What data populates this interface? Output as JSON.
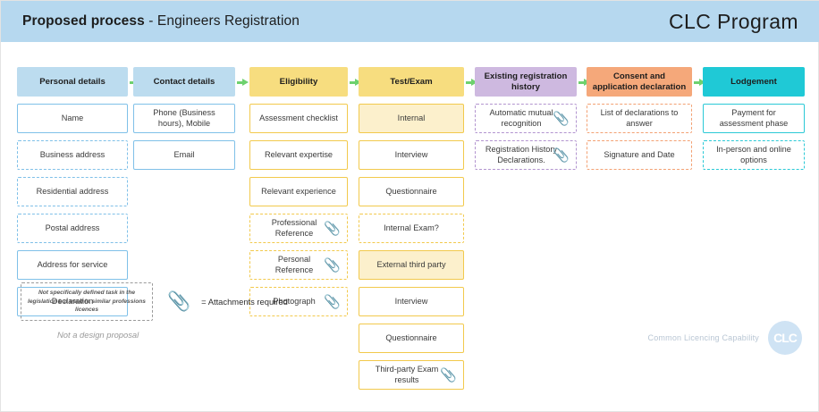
{
  "header": {
    "title_bold": "Proposed process",
    "title_rest": " - Engineers Registration",
    "brand": "CLC Program",
    "bg": "#b6d8ef"
  },
  "columns": [
    {
      "key": "personal-details",
      "header": "Personal details",
      "accent": "#bcdcef",
      "cells": [
        {
          "label": "Name",
          "dashed": false,
          "clip": false,
          "fill": false
        },
        {
          "label": "Business address",
          "dashed": true,
          "clip": false,
          "fill": false
        },
        {
          "label": "Residential address",
          "dashed": true,
          "clip": false,
          "fill": false
        },
        {
          "label": "Postal address",
          "dashed": true,
          "clip": false,
          "fill": false
        },
        {
          "label": "Address for service",
          "dashed": false,
          "clip": false,
          "fill": false
        },
        {
          "label": "Declaration",
          "dashed": false,
          "clip": false,
          "fill": false
        }
      ]
    },
    {
      "key": "contact-details",
      "header": "Contact details",
      "accent": "#bcdcef",
      "cells": [
        {
          "label": "Phone (Business hours), Mobile",
          "dashed": false,
          "clip": false,
          "fill": false
        },
        {
          "label": "Email",
          "dashed": false,
          "clip": false,
          "fill": false
        }
      ]
    },
    {
      "key": "eligibility",
      "header": "Eligibility",
      "accent": "#f7dd7f",
      "cells": [
        {
          "label": "Assessment checklist",
          "dashed": false,
          "clip": false,
          "fill": false
        },
        {
          "label": "Relevant expertise",
          "dashed": false,
          "clip": false,
          "fill": false
        },
        {
          "label": "Relevant experience",
          "dashed": false,
          "clip": false,
          "fill": false
        },
        {
          "label": "Professional Reference",
          "dashed": true,
          "clip": true,
          "fill": false
        },
        {
          "label": "Personal Reference",
          "dashed": true,
          "clip": true,
          "fill": false
        },
        {
          "label": "Photograph",
          "dashed": true,
          "clip": true,
          "fill": false
        }
      ]
    },
    {
      "key": "test-exam",
      "header": "Test/Exam",
      "accent": "#f7dd7f",
      "cells": [
        {
          "label": "Internal",
          "dashed": false,
          "clip": false,
          "fill": true
        },
        {
          "label": "Interview",
          "dashed": false,
          "clip": false,
          "fill": false
        },
        {
          "label": "Questionnaire",
          "dashed": false,
          "clip": false,
          "fill": false
        },
        {
          "label": "Internal Exam?",
          "dashed": true,
          "clip": false,
          "fill": false
        },
        {
          "label": "External third party",
          "dashed": false,
          "clip": false,
          "fill": true
        },
        {
          "label": "Interview",
          "dashed": false,
          "clip": false,
          "fill": false
        },
        {
          "label": "Questionnaire",
          "dashed": false,
          "clip": false,
          "fill": false
        },
        {
          "label": "Third-party Exam results",
          "dashed": false,
          "clip": true,
          "fill": false
        }
      ]
    },
    {
      "key": "existing-registration-history",
      "header": "Existing registration history",
      "accent": "#ceb9e0",
      "cells": [
        {
          "label": "Automatic mutual recognition",
          "dashed": true,
          "clip": true,
          "fill": false
        },
        {
          "label": "Registration History Declarations.",
          "dashed": true,
          "clip": true,
          "fill": false
        }
      ]
    },
    {
      "key": "consent-and-application-declaration",
      "header": "Consent and application declaration",
      "accent": "#f5a87a",
      "cells": [
        {
          "label": "List of declarations to answer",
          "dashed": true,
          "clip": false,
          "fill": false
        },
        {
          "label": "Signature and Date",
          "dashed": true,
          "clip": false,
          "fill": false
        }
      ]
    },
    {
      "key": "lodgement",
      "header": "Lodgement",
      "accent": "#1fc9d6",
      "cells": [
        {
          "label": "Payment for assessment phase",
          "dashed": false,
          "clip": false,
          "fill": false
        },
        {
          "label": "In-person and online options",
          "dashed": true,
          "clip": false,
          "fill": false
        }
      ]
    }
  ],
  "legend": {
    "box_text": "Not specifically defined task in the legislation but used in similar professions licences",
    "clip_icon": "attachment-icon",
    "clip_label": "= Attachments required",
    "note": "Not a design proposal"
  },
  "footer": {
    "text": "Common Licencing Capability",
    "logo_text": "CLC"
  },
  "icons": {
    "paperclip": "📎",
    "arrow": "arrow-right-icon"
  }
}
